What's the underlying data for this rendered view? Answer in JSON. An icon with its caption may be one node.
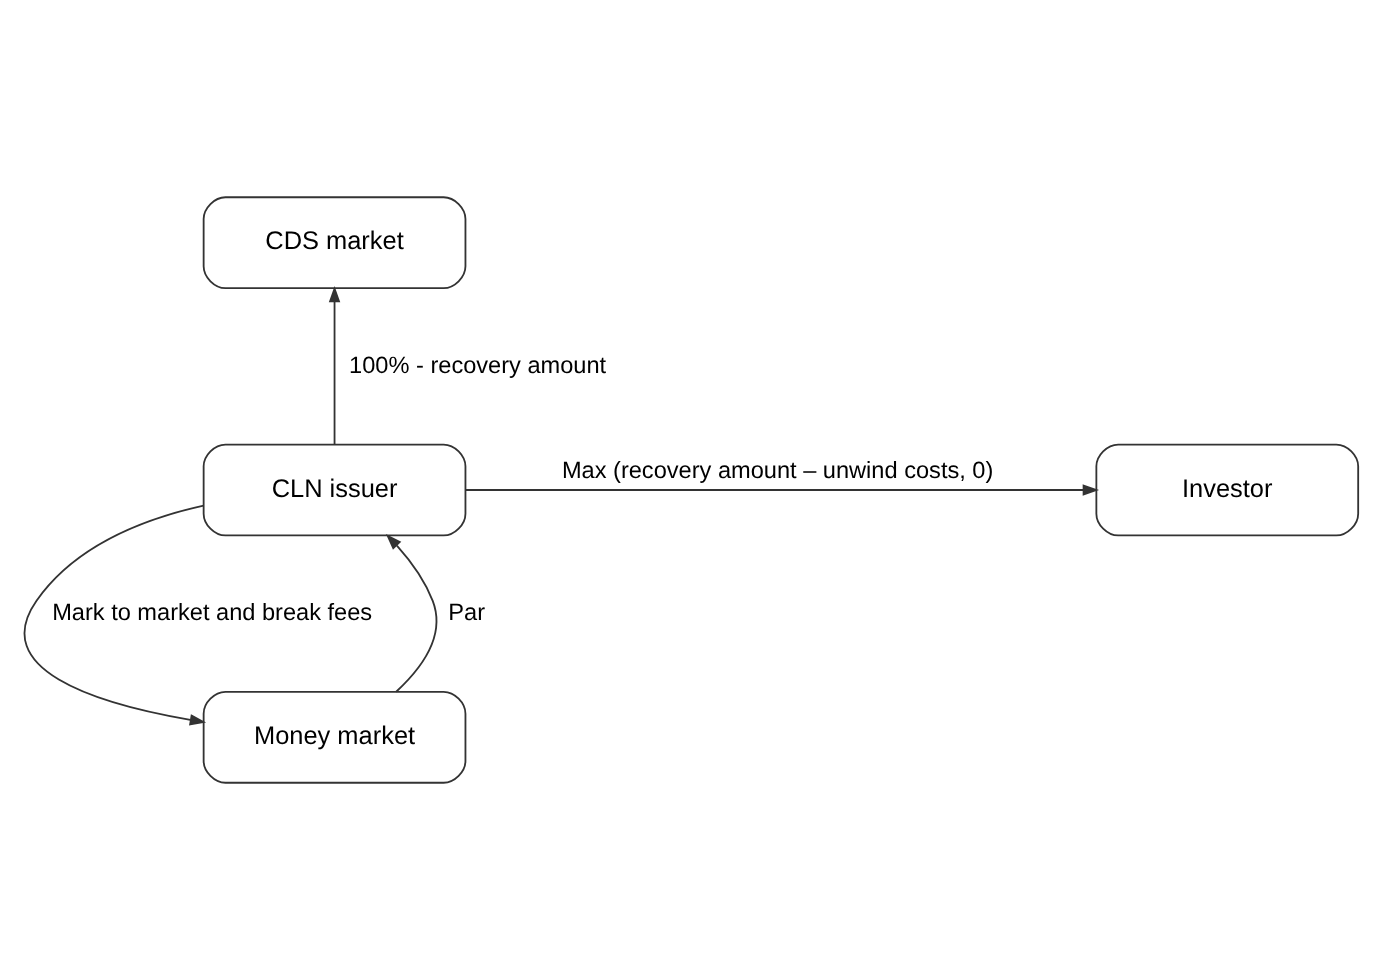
{
  "diagram": {
    "nodes": [
      {
        "text": [
          "CDS market"
        ]
      },
      {
        "text": [
          "CLN issuer"
        ]
      },
      {
        "text": [
          "Investor"
        ]
      },
      {
        "text": [
          "Money market"
        ]
      }
    ],
    "edges": [
      {
        "from": 1,
        "to": 0,
        "arrow": "to",
        "label": "100% - recovery amount"
      },
      {
        "from": 1,
        "to": 2,
        "arrow": "to",
        "label": "Max (recovery amount – unwind costs, 0)"
      },
      {
        "from": 3,
        "to": 1,
        "arrow": "to",
        "label": "Par"
      },
      {
        "from": 1,
        "to": 3,
        "arrow": "to",
        "label": "Mark to market and break fees"
      }
    ]
  }
}
